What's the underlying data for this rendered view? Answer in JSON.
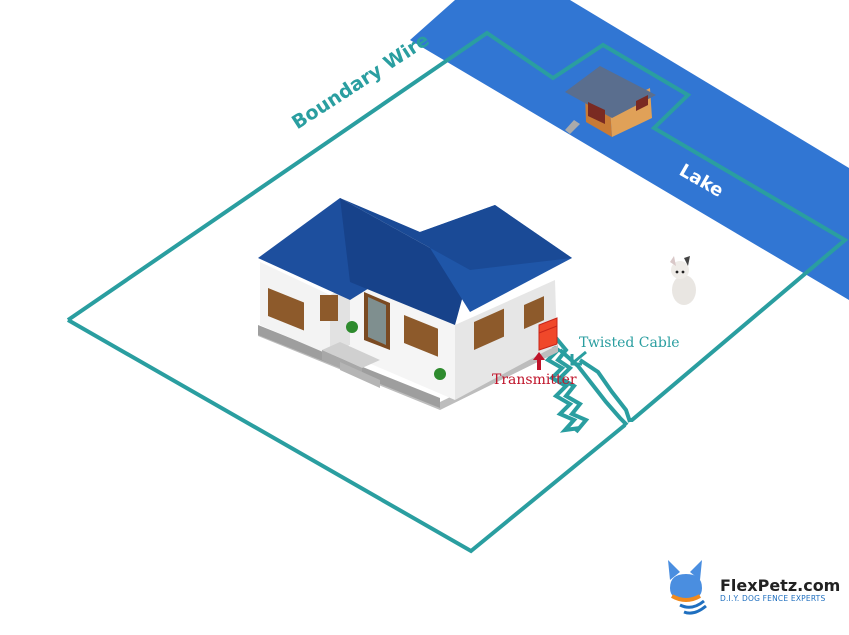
{
  "labels": {
    "boundary_wire": "Boundary Wire",
    "lake": "Lake",
    "twisted_cable": "Twisted Cable",
    "transmitter": "Transmitter"
  },
  "brand": {
    "name": "FlexPetz.com",
    "tagline": "D.I.Y. DOG FENCE EXPERTS"
  },
  "colors": {
    "wire": "#2a9ea0",
    "lake": "#3176d3",
    "roof": "#1d4f9e",
    "transmitter": "#f0482a",
    "label_red": "#c0142a"
  }
}
